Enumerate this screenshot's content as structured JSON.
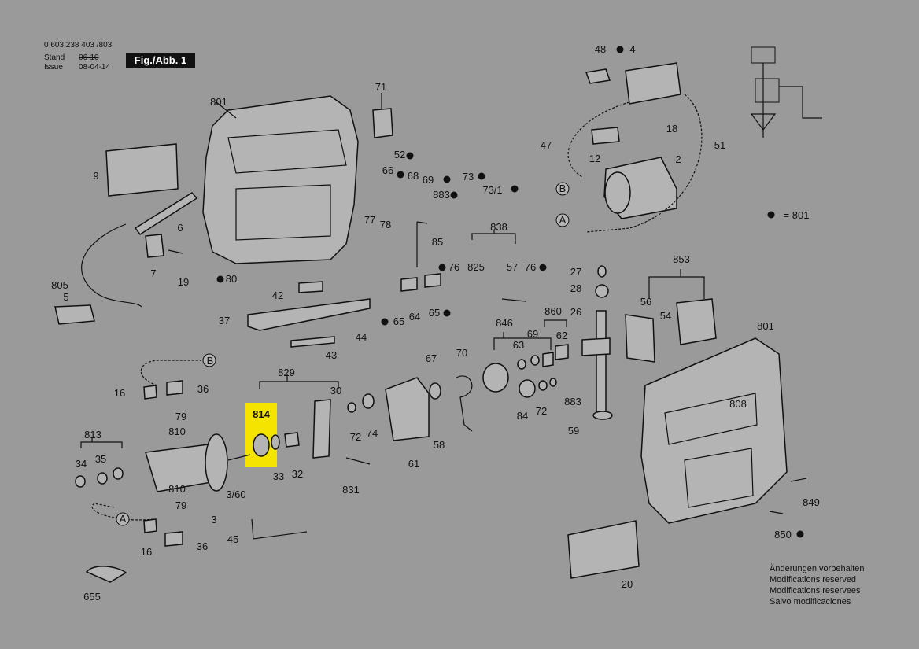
{
  "header": {
    "doc_number": "0 603 238 403 /803",
    "stand_label": "Stand",
    "stand_value": "06-10",
    "issue_label": "Issue",
    "issue_value": "08-04-14",
    "figure_label": "Fig./Abb. 1"
  },
  "legend": {
    "symbol": "●",
    "text": "= 801"
  },
  "notes": [
    "Änderungen vorbehalten",
    "Modifications reserved",
    "Modifications reservees",
    "Salvo modificaciones"
  ],
  "highlight": {
    "label": "814",
    "color": "#f5e400"
  },
  "labels": {
    "l801a": "801",
    "l71": "71",
    "l52": "52",
    "l9": "9",
    "l66": "66",
    "l68": "68",
    "l69a": "69",
    "l73": "73",
    "l73_1": "73/1",
    "l883a": "883",
    "l6": "6",
    "l77": "77",
    "l78": "78",
    "l85": "85",
    "l838": "838",
    "l7": "7",
    "l19": "19",
    "l805": "805",
    "l5": "5",
    "l80": "80",
    "l76a": "76",
    "l825": "825",
    "l57": "57",
    "l76b": "76",
    "l42": "42",
    "l37": "37",
    "l65a": "65",
    "l64": "64",
    "l65b": "65",
    "l44": "44",
    "l43": "43",
    "lB1": "B",
    "l16a": "16",
    "l36a": "36",
    "l79a": "79",
    "l810a": "810",
    "l813": "813",
    "l34": "34",
    "l35": "35",
    "l810b": "810",
    "l79b": "79",
    "l3_60": "3/60",
    "l3": "3",
    "lA1": "A",
    "l16b": "16",
    "l36b": "36",
    "l45": "45",
    "l655": "655",
    "l829": "829",
    "l30": "30",
    "l33": "33",
    "l32": "32",
    "l72a": "72",
    "l74": "74",
    "l831": "831",
    "l67": "67",
    "l70": "70",
    "l61": "61",
    "l58": "58",
    "l846": "846",
    "l63": "63",
    "l69b": "69",
    "l62": "62",
    "l84": "84",
    "l72b": "72",
    "l883b": "883",
    "l48": "48",
    "l4": "4",
    "l18": "18",
    "l47": "47",
    "l51": "51",
    "l12": "12",
    "l2": "2",
    "lB2": "B",
    "lA2": "A",
    "l27": "27",
    "l28": "28",
    "l26": "26",
    "l860": "860",
    "l59": "59",
    "l853": "853",
    "l56": "56",
    "l54": "54",
    "l801b": "801",
    "l808": "808",
    "l849": "849",
    "l850": "850",
    "l20": "20"
  }
}
